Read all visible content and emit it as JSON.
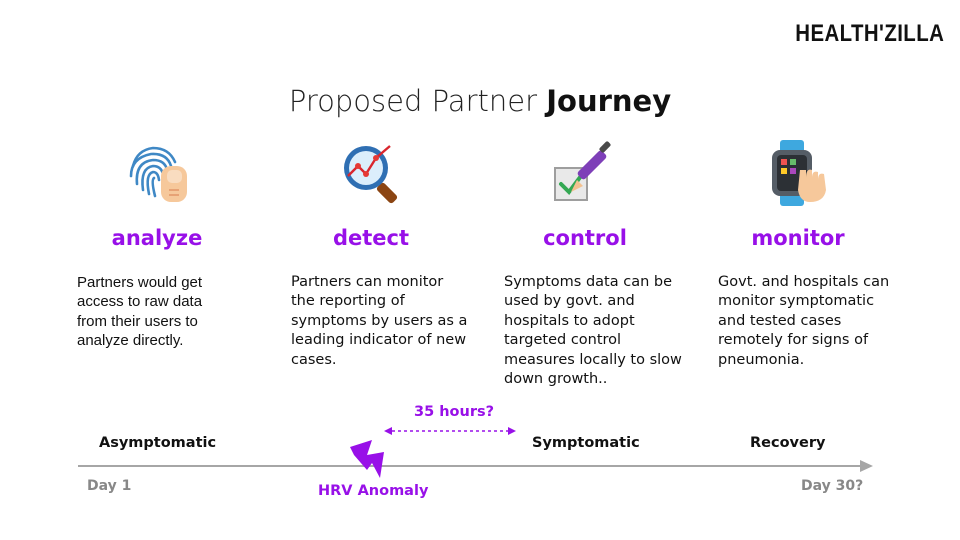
{
  "logo": {
    "text": "HEALTH'ZILLA"
  },
  "title": {
    "light": "Proposed Partner ",
    "bold": "Journey"
  },
  "steps": [
    {
      "heading": "analyze",
      "icon": "fingerprint-icon",
      "description": "Partners would get access to raw data from their users to analyze directly."
    },
    {
      "heading": "detect",
      "icon": "magnifier-chart-icon",
      "description": "Partners can monitor the reporting of symptoms by users as a leading indicator of new cases."
    },
    {
      "heading": "control",
      "icon": "checkbox-pen-icon",
      "description": "Symptoms data can be used by govt. and hospitals to adopt targeted control measures locally to slow down growth.."
    },
    {
      "heading": "monitor",
      "icon": "smartwatch-icon",
      "description": "Govt. and hospitals can monitor symptomatic and tested cases remotely for signs of pneumonia."
    }
  ],
  "timeline": {
    "stages": [
      "Asymptomatic",
      "Symptomatic",
      "Recovery"
    ],
    "start_label": "Day 1",
    "end_label": "Day 30?",
    "anomaly_label": "HRV Anomaly",
    "interval_label": "35 hours?"
  },
  "colors": {
    "accent": "#9810e8",
    "timeline": "#a6a6a6",
    "muted": "#888888"
  }
}
